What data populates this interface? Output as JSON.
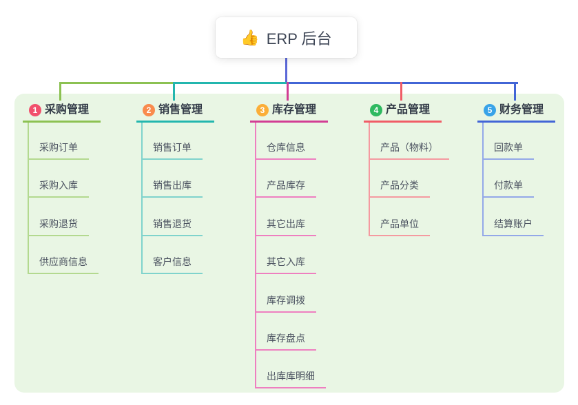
{
  "root": {
    "emoji": "👍",
    "label": "ERP 后台"
  },
  "branches": [
    {
      "index": "1",
      "label": "采购管理",
      "badge_color": "#f1506c",
      "line_color": "#8cc152",
      "light_color": "#b3d98f",
      "children": [
        "采购订单",
        "采购入库",
        "采购退货",
        "供应商信息"
      ]
    },
    {
      "index": "2",
      "label": "销售管理",
      "badge_color": "#f98b4d",
      "line_color": "#23b6ae",
      "light_color": "#7fd3cc",
      "children": [
        "销售订单",
        "销售出库",
        "销售退货",
        "客户信息"
      ]
    },
    {
      "index": "3",
      "label": "库存管理",
      "badge_color": "#fbae38",
      "line_color": "#d23d94",
      "light_color": "#ee7fc0",
      "children": [
        "仓库信息",
        "产品库存",
        "其它出库",
        "其它入库",
        "库存调拨",
        "库存盘点",
        "出库库明细"
      ]
    },
    {
      "index": "4",
      "label": "产品管理",
      "badge_color": "#2fb960",
      "line_color": "#f05c66",
      "light_color": "#f59aa0",
      "children": [
        "产品（物料）",
        "产品分类",
        "产品单位"
      ]
    },
    {
      "index": "5",
      "label": "财务管理",
      "badge_color": "#38a3e8",
      "line_color": "#4265d6",
      "light_color": "#93a8e8",
      "children": [
        "回款单",
        "付款单",
        "结算账户"
      ]
    }
  ],
  "colors": {
    "canvas_bg": "#ffffff",
    "panel_bg": "#e9f6e4",
    "root_bg": "#ffffff",
    "root_text": "#3c4454",
    "root_connector": "#5b68d8",
    "header_text": "#333b48",
    "child_text": "#4b5260"
  }
}
